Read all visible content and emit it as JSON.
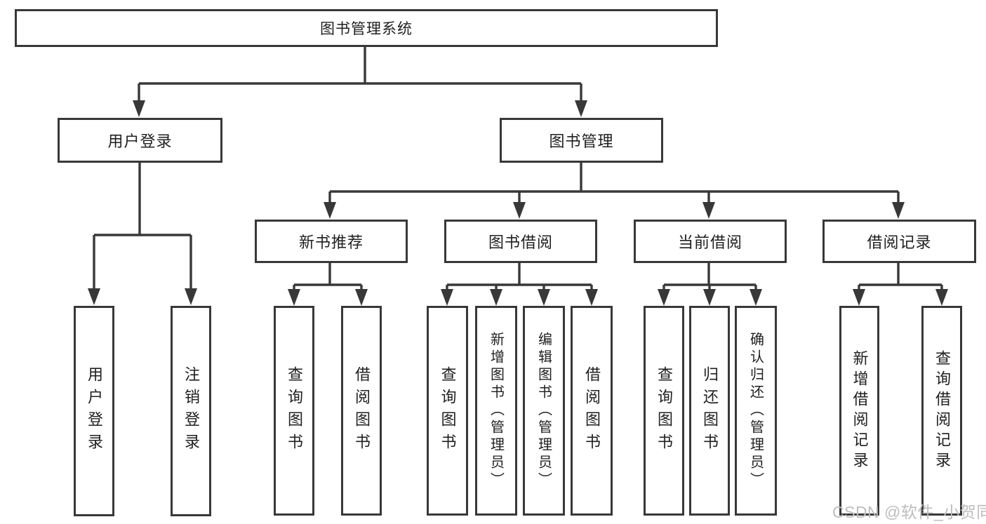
{
  "tree": {
    "label": "图书管理系统",
    "children": [
      {
        "label": "用户登录",
        "children": [
          {
            "label": "用户登录"
          },
          {
            "label": "注销登录"
          }
        ]
      },
      {
        "label": "图书管理",
        "children": [
          {
            "label": "新书推荐",
            "children": [
              {
                "label": "查询图书"
              },
              {
                "label": "借阅图书"
              }
            ]
          },
          {
            "label": "图书借阅",
            "children": [
              {
                "label": "查询图书"
              },
              {
                "label": "新增图书（管理员）"
              },
              {
                "label": "编辑图书（管理员）"
              },
              {
                "label": "借阅图书"
              }
            ]
          },
          {
            "label": "当前借阅",
            "children": [
              {
                "label": "查询图书"
              },
              {
                "label": "归还图书"
              },
              {
                "label": "确认归还（管理员）"
              }
            ]
          },
          {
            "label": "借阅记录",
            "children": [
              {
                "label": "新增借阅记录"
              },
              {
                "label": "查询借阅记录"
              }
            ]
          }
        ]
      }
    ]
  },
  "watermark": "CSDN @软件_小贺同学",
  "colors": {
    "line": "#383838",
    "text": "#1f1f1f",
    "watermark": "#bdbdbd",
    "background": "#ffffff"
  }
}
